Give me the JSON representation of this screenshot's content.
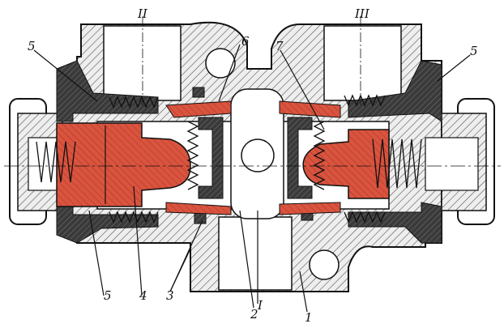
{
  "diagram": {
    "kind": "valve cross-section",
    "colors": {
      "piston": "#d9543f",
      "seal": "#3a3a3a",
      "body": "#e6e6e6",
      "hatch": "#444444"
    },
    "labels": {
      "top_left_port": "II",
      "top_right_port": "III",
      "top_left_5": "5",
      "top_6": "6",
      "top_7": "7",
      "top_right_5": "5",
      "bottom_5": "5",
      "bottom_4": "4",
      "bottom_3": "3",
      "bottom_2": "2",
      "bottom_I": "I",
      "bottom_1": "1"
    }
  }
}
